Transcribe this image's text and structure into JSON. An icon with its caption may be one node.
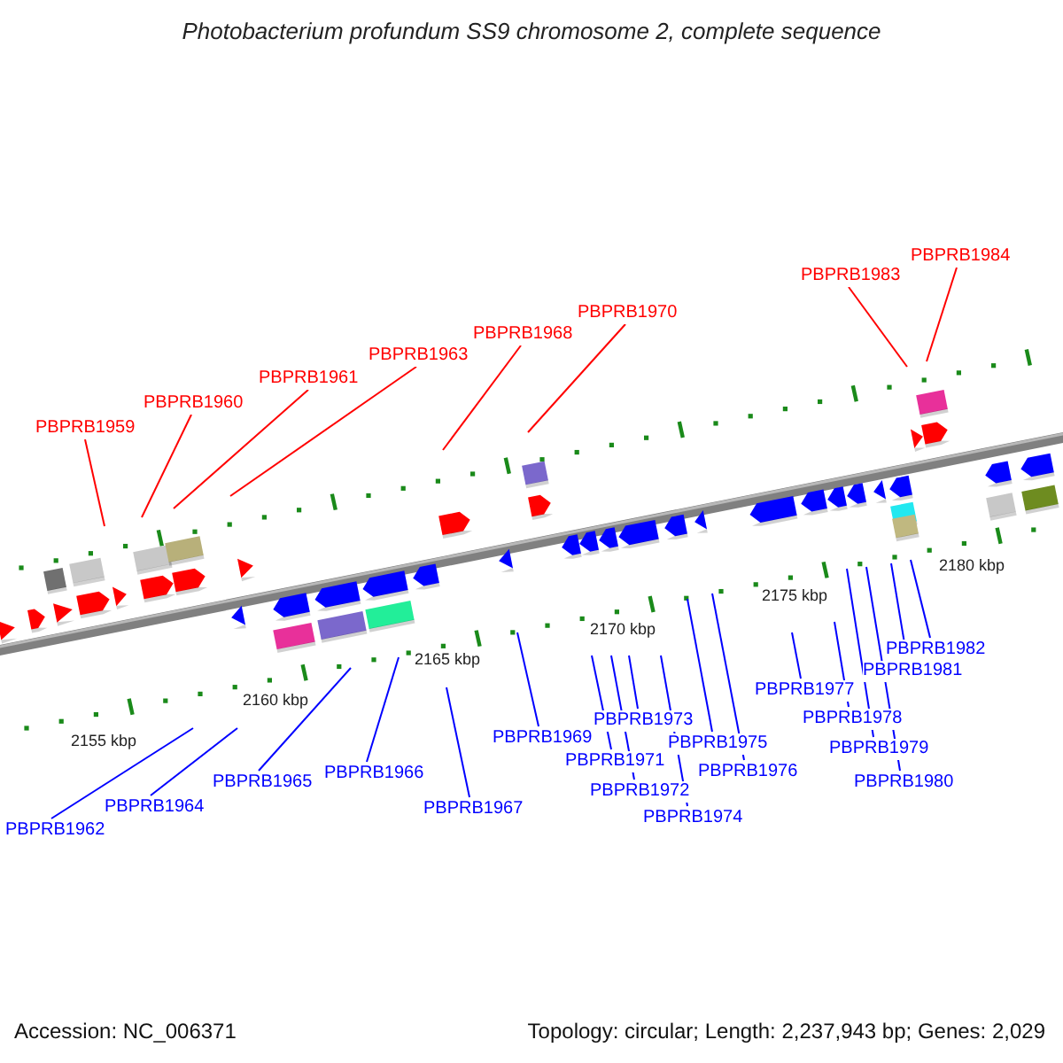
{
  "diagram": {
    "title": "Photobacterium profundum SS9 chromosome 2, complete sequence",
    "nodes": [
      {
        "text": [
          "PBPRB1984"
        ]
      },
      {
        "text": [
          "PBPRB1983"
        ]
      },
      {
        "text": [
          "PBPRB1970"
        ]
      },
      {
        "text": [
          "PBPRB1968"
        ]
      },
      {
        "text": [
          "PBPRB1963"
        ]
      },
      {
        "text": [
          "PBPRB1961"
        ]
      },
      {
        "text": [
          "PBPRB1960"
        ]
      },
      {
        "text": [
          "PBPRB1959"
        ]
      },
      {
        "text": [
          "PBPRB1982"
        ]
      },
      {
        "text": [
          "PBPRB1981"
        ]
      },
      {
        "text": [
          "PBPRB1977"
        ]
      },
      {
        "text": [
          "PBPRB1978"
        ]
      },
      {
        "text": [
          "PBPRB1973"
        ]
      },
      {
        "text": [
          "PBPRB1969"
        ]
      },
      {
        "text": [
          "PBPRB1975"
        ]
      },
      {
        "text": [
          "PBPRB1979"
        ]
      },
      {
        "text": [
          "PBPRB1971"
        ]
      },
      {
        "text": [
          "PBPRB1976"
        ]
      },
      {
        "text": [
          "PBPRB1966"
        ]
      },
      {
        "text": [
          "PBPRB1965"
        ]
      },
      {
        "text": [
          "PBPRB1980"
        ]
      },
      {
        "text": [
          "PBPRB1972"
        ]
      },
      {
        "text": [
          "PBPRB1964"
        ]
      },
      {
        "text": [
          "PBPRB1967"
        ]
      },
      {
        "text": [
          "PBPRB1974"
        ]
      },
      {
        "text": [
          "PBPRB1962"
        ]
      }
    ],
    "edges": [
      {
        "from": 0,
        "to": null,
        "arrow": "none",
        "color": "#ff0000"
      },
      {
        "from": 1,
        "to": null,
        "arrow": "none",
        "color": "#ff0000"
      },
      {
        "from": 2,
        "to": null,
        "arrow": "none",
        "color": "#ff0000"
      },
      {
        "from": 3,
        "to": null,
        "arrow": "none",
        "color": "#ff0000"
      },
      {
        "from": 4,
        "to": null,
        "arrow": "none",
        "color": "#ff0000"
      },
      {
        "from": 5,
        "to": null,
        "arrow": "none",
        "color": "#ff0000"
      },
      {
        "from": 6,
        "to": null,
        "arrow": "none",
        "color": "#ff0000"
      },
      {
        "from": 7,
        "to": null,
        "arrow": "none",
        "color": "#ff0000"
      },
      {
        "from": 8,
        "to": null,
        "arrow": "none"
      },
      {
        "from": 9,
        "to": null,
        "arrow": "none"
      },
      {
        "from": 10,
        "to": null,
        "arrow": "none"
      },
      {
        "from": 11,
        "to": null,
        "arrow": "none"
      },
      {
        "from": 12,
        "to": null,
        "arrow": "none"
      },
      {
        "from": 13,
        "to": null,
        "arrow": "none"
      },
      {
        "from": 14,
        "to": null,
        "arrow": "none"
      },
      {
        "from": 15,
        "to": null,
        "arrow": "none"
      },
      {
        "from": 16,
        "to": null,
        "arrow": "none"
      },
      {
        "from": 17,
        "to": null,
        "arrow": "none"
      },
      {
        "from": 18,
        "to": null,
        "arrow": "none"
      },
      {
        "from": 19,
        "to": null,
        "arrow": "none"
      },
      {
        "from": 20,
        "to": null,
        "arrow": "none"
      },
      {
        "from": 21,
        "to": null,
        "arrow": "none"
      },
      {
        "from": 22,
        "to": null,
        "arrow": "none"
      },
      {
        "from": 23,
        "to": null,
        "arrow": "none"
      },
      {
        "from": 24,
        "to": null,
        "arrow": "none"
      },
      {
        "from": 25,
        "to": null,
        "arrow": "none"
      }
    ],
    "labels": [
      "2180 kbp",
      "2175 kbp",
      "2170 kbp",
      "2165 kbp",
      "2160 kbp",
      "2155 kbp",
      "Accession: NC_006371",
      "Topology: circular; Length: 2,237,943 bp; Genes: 2,029"
    ]
  }
}
